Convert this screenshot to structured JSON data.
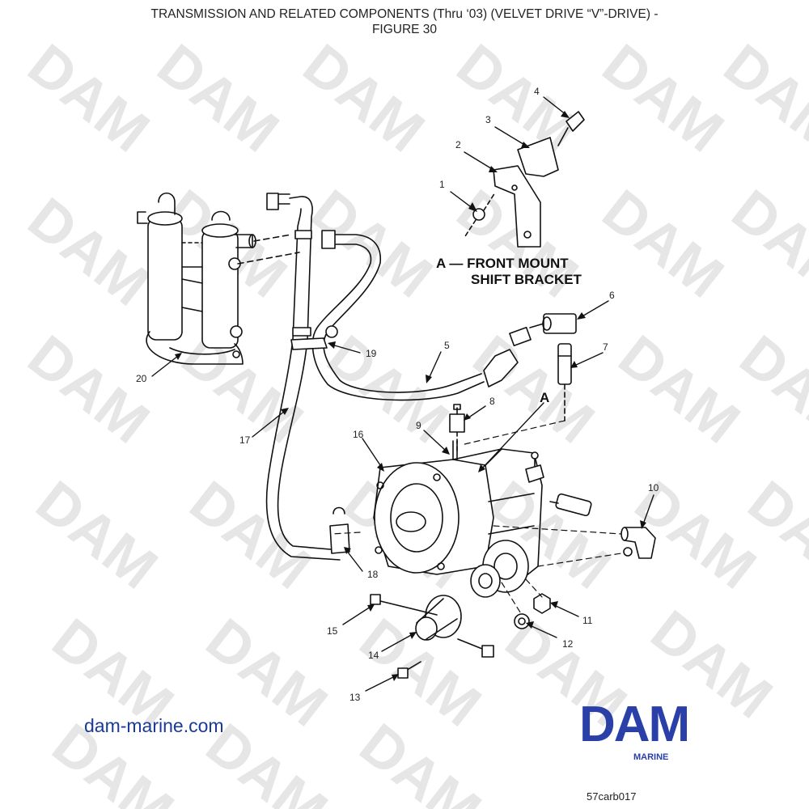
{
  "header": {
    "title_line1": "TRANSMISSION AND RELATED COMPONENTS (Thru ‘03) (VELVET DRIVE “V”-DRIVE) -",
    "title_line2": "FIGURE 30"
  },
  "watermark": {
    "text": "DAM"
  },
  "detail_view": {
    "marker": "A",
    "label_line1": "A — FRONT MOUNT",
    "label_line2": "SHIFT BRACKET"
  },
  "callouts": [
    "1",
    "2",
    "3",
    "4",
    "5",
    "6",
    "7",
    "8",
    "9",
    "10",
    "11",
    "12",
    "13",
    "14",
    "15",
    "16",
    "17",
    "18",
    "19",
    "20"
  ],
  "footer": {
    "website": "dam-marine.com",
    "logo_text": "DAM",
    "logo_subtext": "MARINE",
    "image_code": "57carb017"
  },
  "colors": {
    "logo_blue": "#2a3fa8",
    "link_blue": "#1a3a9a",
    "watermark_gray": "#e6e6e6",
    "line": "#111111"
  }
}
